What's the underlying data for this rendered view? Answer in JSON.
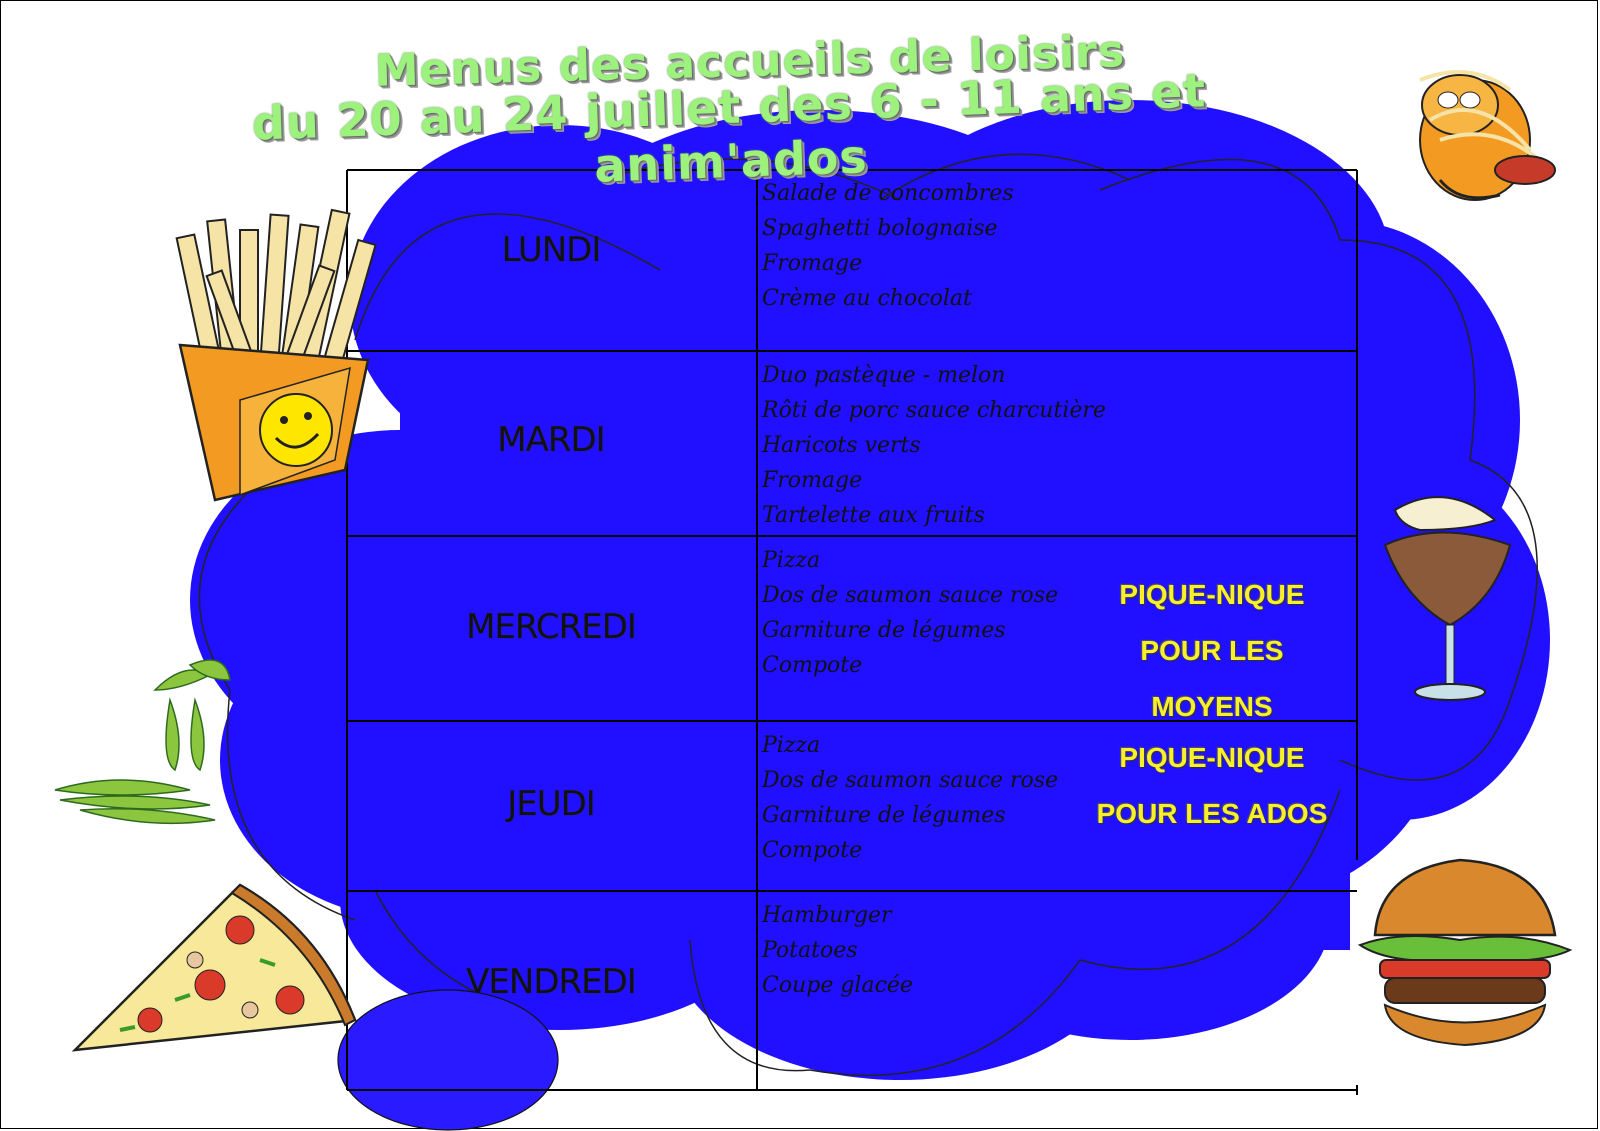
{
  "title": {
    "line1": "Menus des accueils de loisirs",
    "line2": "du 20 au 24 juillet des 6 - 11 ans et anim'ados"
  },
  "days": [
    {
      "name": "LUNDI",
      "dishes": [
        "Salade de concombres",
        "Spaghetti bolognaise",
        "Fromage",
        "Crème au chocolat"
      ]
    },
    {
      "name": "MARDI",
      "dishes": [
        "Duo pastèque - melon",
        "Rôti de porc sauce charcutière",
        "Haricots verts",
        "Fromage",
        "Tartelette aux fruits"
      ]
    },
    {
      "name": "MERCREDI",
      "dishes": [
        "Pizza",
        "Dos de saumon sauce rose",
        "Garniture de légumes",
        "Compote"
      ],
      "note": [
        "PIQUE-NIQUE",
        "POUR LES MOYENS"
      ]
    },
    {
      "name": "JEUDI",
      "dishes": [
        "Pizza",
        "Dos de saumon sauce rose",
        "Garniture de légumes",
        "Compote"
      ],
      "note": [
        "PIQUE-NIQUE",
        "POUR LES ADOS"
      ]
    },
    {
      "name": "VENDREDI",
      "dishes": [
        "Hamburger",
        "Potatoes",
        "Coupe glacée"
      ]
    }
  ],
  "colors": {
    "top": "#cc2a2a",
    "mid": "#8a2ad0",
    "bottom": "#2a1aff",
    "title": "#9cf27c",
    "note": "#f7f02a"
  },
  "illustrations": [
    "fries-icon",
    "cat-spaghetti-icon",
    "green-beans-icon",
    "pizza-slice-icon",
    "dessert-cup-icon",
    "hamburger-icon"
  ]
}
